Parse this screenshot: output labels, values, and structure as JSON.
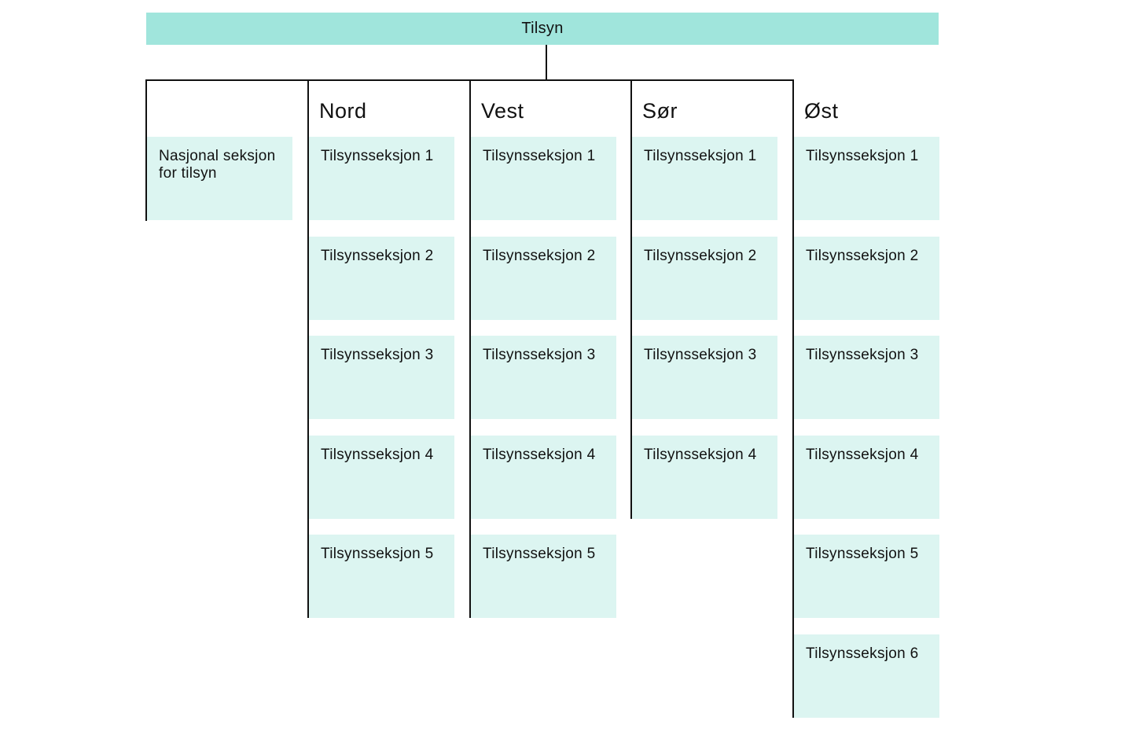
{
  "root": {
    "label": "Tilsyn"
  },
  "national": {
    "label": "Nasjonal seksjon for tilsyn"
  },
  "regions": [
    {
      "name": "Nord",
      "sections": [
        "Tilsynsseksjon 1",
        "Tilsynsseksjon 2",
        "Tilsynsseksjon 3",
        "Tilsynsseksjon 4",
        "Tilsynsseksjon 5"
      ]
    },
    {
      "name": "Vest",
      "sections": [
        "Tilsynsseksjon 1",
        "Tilsynsseksjon 2",
        "Tilsynsseksjon 3",
        "Tilsynsseksjon 4",
        "Tilsynsseksjon 5"
      ]
    },
    {
      "name": "Sør",
      "sections": [
        "Tilsynsseksjon 1",
        "Tilsynsseksjon 2",
        "Tilsynsseksjon 3",
        "Tilsynsseksjon 4"
      ]
    },
    {
      "name": "Øst",
      "sections": [
        "Tilsynsseksjon 1",
        "Tilsynsseksjon 2",
        "Tilsynsseksjon 3",
        "Tilsynsseksjon 4",
        "Tilsynsseksjon 5",
        "Tilsynsseksjon 6"
      ]
    }
  ],
  "colors": {
    "root_fill": "#a0e5dc",
    "box_fill": "#dcf5f1",
    "line": "#111111"
  }
}
